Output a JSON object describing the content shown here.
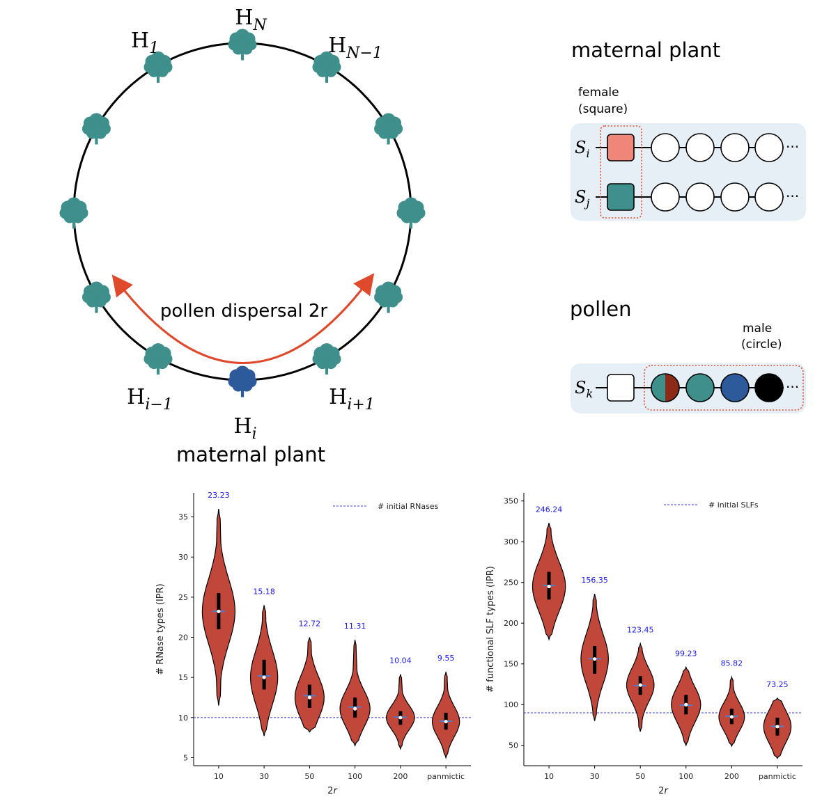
{
  "ring_diagram": {
    "labels": {
      "h_n": "H_N",
      "h_1": "H_1",
      "h_n_minus_1": "H_N−1",
      "h_i_minus_1": "H_i−1",
      "h_i_plus_1": "H_i+1",
      "h_i": "H_i",
      "maternal_plant": "maternal plant",
      "pollen_dispersal": "pollen dispersal 2r"
    },
    "colors": {
      "tree": "#3f8f8c",
      "focal_tree": "#2d5a9a",
      "arrow": "#e04a2c",
      "ring": "#000000"
    }
  },
  "maternal_panel": {
    "title": "maternal plant",
    "female_label": "female",
    "female_sub": "(square)",
    "rows": [
      {
        "label": "S_i",
        "square_color": "#f08579",
        "circles": [
          "#ffffff",
          "#ffffff",
          "#ffffff",
          "#ffffff"
        ]
      },
      {
        "label": "S_j",
        "square_color": "#3f8f8c",
        "circles": [
          "#ffffff",
          "#ffffff",
          "#ffffff",
          "#ffffff"
        ]
      }
    ],
    "bg_color": "#e6eff6"
  },
  "pollen_panel": {
    "title": "pollen",
    "male_label": "male",
    "male_sub": "(circle)",
    "row": {
      "label": "S_k",
      "square_color": "#ffffff",
      "circles": [
        "split",
        "#3f8f8c",
        "#2d5a9a",
        "#000000"
      ]
    },
    "split_colors": [
      "#3f8f8c",
      "#8b2a16"
    ]
  },
  "chart_data": [
    {
      "type": "violin",
      "categories": [
        "10",
        "30",
        "50",
        "100",
        "200",
        "panmictic"
      ],
      "xlabel": "2r",
      "ylabel": "# RNase types (IPR)",
      "ylim": [
        4,
        38
      ],
      "yticks": [
        5,
        10,
        15,
        20,
        25,
        30,
        35
      ],
      "reference_line": {
        "value": 10,
        "label": "# initial RNases"
      },
      "value_labels": [
        "23.23",
        "15.18",
        "12.72",
        "11.31",
        "10.04",
        "9.55"
      ],
      "series": [
        {
          "min": 11.5,
          "max": 36.0,
          "median": 23.23,
          "mean": 23.23,
          "q1": 21.0,
          "q3": 25.5,
          "width": 0.36
        },
        {
          "min": 7.7,
          "max": 24.0,
          "median": 15.0,
          "mean": 15.18,
          "q1": 13.5,
          "q3": 17.2,
          "width": 0.3
        },
        {
          "min": 8.2,
          "max": 20.0,
          "median": 12.5,
          "mean": 12.72,
          "q1": 11.2,
          "q3": 14.1,
          "width": 0.32
        },
        {
          "min": 6.5,
          "max": 19.7,
          "median": 11.1,
          "mean": 11.31,
          "q1": 10.0,
          "q3": 12.5,
          "width": 0.33
        },
        {
          "min": 6.1,
          "max": 15.4,
          "median": 10.0,
          "mean": 10.04,
          "q1": 9.1,
          "q3": 10.8,
          "width": 0.31
        },
        {
          "min": 5.0,
          "max": 15.7,
          "median": 9.5,
          "mean": 9.55,
          "q1": 8.5,
          "q3": 10.6,
          "width": 0.3
        }
      ],
      "fill_color": "#c1473a"
    },
    {
      "type": "violin",
      "categories": [
        "10",
        "30",
        "50",
        "100",
        "200",
        "panmictic"
      ],
      "xlabel": "2r",
      "ylabel": "# functional SLF types (IPR)",
      "ylim": [
        25,
        360
      ],
      "yticks": [
        50,
        100,
        150,
        200,
        250,
        300,
        350
      ],
      "reference_line": {
        "value": 90,
        "label": "# initial SLFs"
      },
      "value_labels": [
        "246.24",
        "156.35",
        "123.45",
        "99.23",
        "85.82",
        "73.25"
      ],
      "series": [
        {
          "min": 180,
          "max": 323,
          "median": 245,
          "mean": 246.24,
          "q1": 229,
          "q3": 263,
          "width": 0.36
        },
        {
          "min": 80,
          "max": 236,
          "median": 156,
          "mean": 156.35,
          "q1": 138,
          "q3": 172,
          "width": 0.3
        },
        {
          "min": 67,
          "max": 175,
          "median": 124,
          "mean": 123.45,
          "q1": 112,
          "q3": 135,
          "width": 0.3
        },
        {
          "min": 50,
          "max": 146,
          "median": 100,
          "mean": 99.23,
          "q1": 88,
          "q3": 112,
          "width": 0.32
        },
        {
          "min": 49,
          "max": 134,
          "median": 85,
          "mean": 85.82,
          "q1": 76,
          "q3": 95,
          "width": 0.28
        },
        {
          "min": 34,
          "max": 108,
          "median": 73,
          "mean": 73.25,
          "q1": 62,
          "q3": 84,
          "width": 0.3
        }
      ],
      "fill_color": "#c1473a"
    }
  ]
}
